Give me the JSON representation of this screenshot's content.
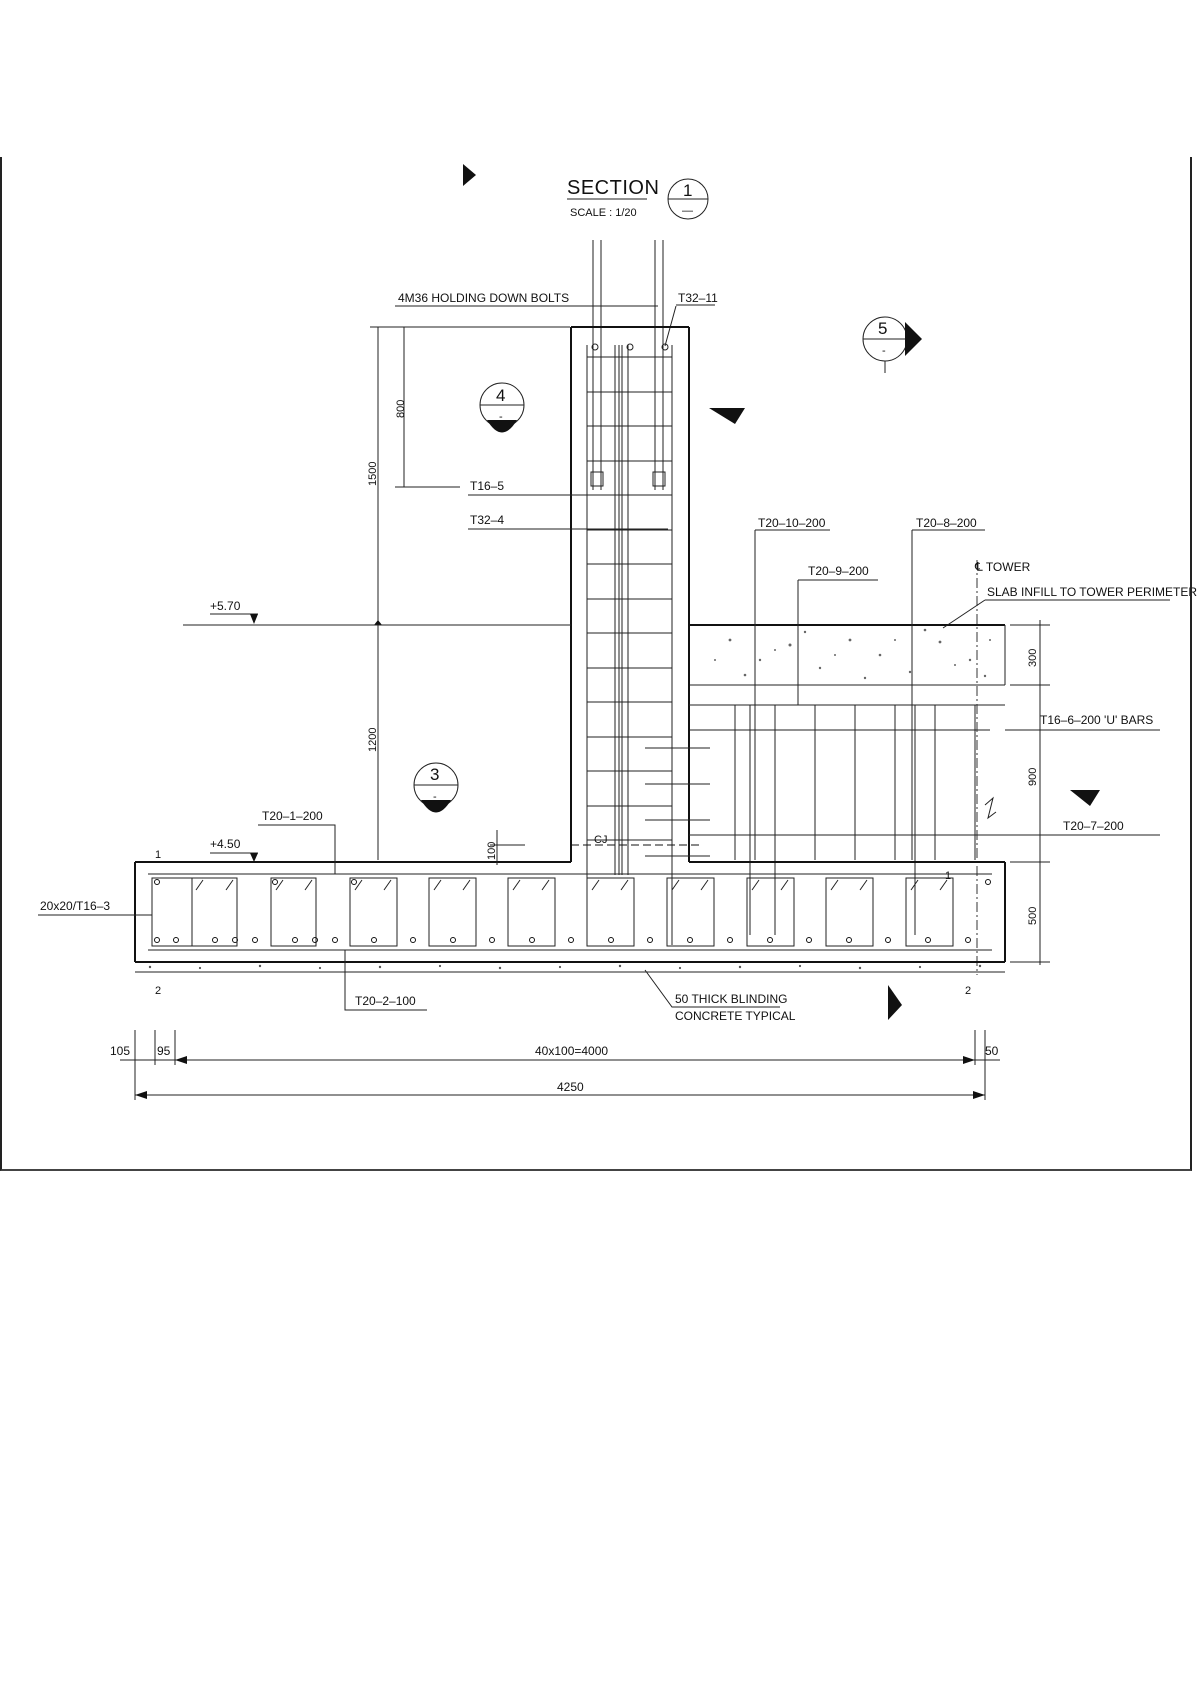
{
  "drawing": {
    "title": "SECTION",
    "scale": "SCALE : 1/20",
    "section_marker": {
      "number": "1",
      "sheet": "—"
    },
    "markers": [
      {
        "number": "4",
        "sheet": "-"
      },
      {
        "number": "3",
        "sheet": "-"
      },
      {
        "number": "5",
        "sheet": "-"
      }
    ],
    "levels": {
      "top": "+5.70",
      "base": "+4.50"
    },
    "labels": {
      "hd_bolts": "4M36 HOLDING DOWN BOLTS",
      "t32_11": "T32–11",
      "t16_5": "T16–5",
      "t32_4": "T32–4",
      "t20_10": "T20–10–200",
      "t20_8": "T20–8–200",
      "t20_9": "T20–9–200",
      "tower": "℄ TOWER",
      "slab_infill": "SLAB INFILL TO TOWER PERIMETER",
      "t16_6": "T16–6–200 'U' BARS",
      "t20_7": "T20–7–200",
      "t20_1": "T20–1–200",
      "t16_3": "20x20/T16–3",
      "t20_2": "T20–2–100",
      "blinding_1": "50 THICK BLINDING",
      "blinding_2": "CONCRETE TYPICAL",
      "cj": "CJ"
    },
    "dimensions": {
      "d800": "800",
      "d1500": "1500",
      "d1200": "1200",
      "d100": "100",
      "d300": "300",
      "d900": "900",
      "d500": "500",
      "d105": "105",
      "d95": "95",
      "d4000": "40x100=4000",
      "d50": "50",
      "d4250": "4250"
    },
    "grid_marks": {
      "left_top": "1",
      "left_bottom": "2",
      "right_top": "1",
      "right_bottom": "2"
    }
  }
}
